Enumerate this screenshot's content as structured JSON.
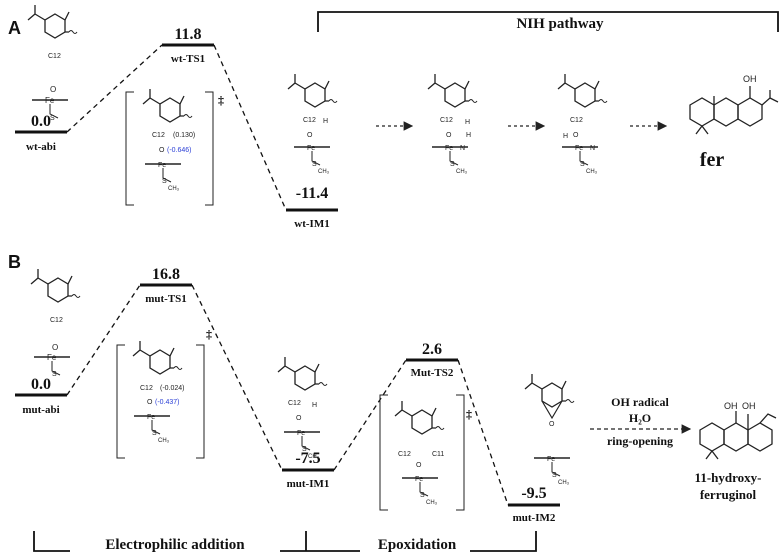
{
  "panels": {
    "a": "A",
    "b": "B"
  },
  "panel_a": {
    "pathway_label": "NIH pathway",
    "levels": [
      {
        "value": "0.0",
        "name": "wt-abi"
      },
      {
        "value": "11.8",
        "name": "wt-TS1"
      },
      {
        "value": "-11.4",
        "name": "wt-IM1"
      }
    ],
    "product": "fer",
    "ts_mark": "‡",
    "ts_charges": {
      "c12": "(0.130)",
      "o": "(-0.646)"
    }
  },
  "panel_b": {
    "levels": [
      {
        "value": "0.0",
        "name": "mut-abi"
      },
      {
        "value": "16.8",
        "name": "mut-TS1"
      },
      {
        "value": "-7.5",
        "name": "mut-IM1"
      },
      {
        "value": "2.6",
        "name": "Mut-TS2"
      },
      {
        "value": "-9.5",
        "name": "mut-IM2"
      }
    ],
    "ts_mark": "‡",
    "ts_charges": {
      "c12": "(-0.024)",
      "o": "(-0.437)"
    },
    "condition_lines": [
      "OH radical",
      "H₂O",
      "ring-opening"
    ],
    "product_lines": [
      "11-hydroxy-",
      "ferruginol"
    ],
    "stages": [
      "Electrophilic addition",
      "Epoxidation"
    ]
  },
  "atoms": {
    "c12": "C12",
    "c11": "C11",
    "fe": "Fe",
    "o": "O",
    "s": "S",
    "ch3": "CH₃",
    "h": "H",
    "n": "N",
    "oh": "OH"
  }
}
